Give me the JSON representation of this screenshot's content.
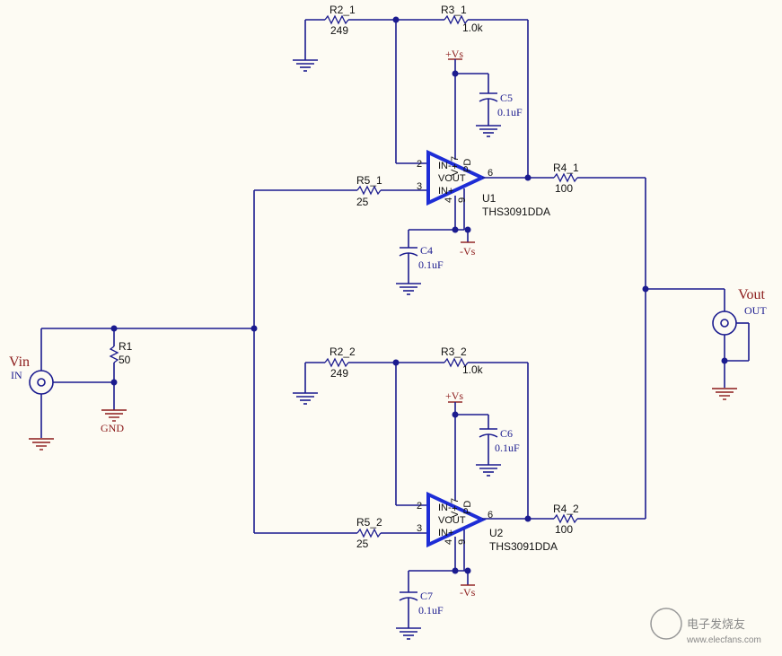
{
  "colors": {
    "wire": "#1b1b8f",
    "ground": "#8b1a1a",
    "amp": "#1e2dd6",
    "background": "#fdfbf3"
  },
  "input": {
    "name": "Vin",
    "port": "IN",
    "gnd_label": "GND"
  },
  "output": {
    "name": "Vout",
    "port": "OUT"
  },
  "r1": {
    "name": "R1",
    "value": "50"
  },
  "stage1": {
    "r2": {
      "name": "R2_1",
      "value": "249"
    },
    "r3": {
      "name": "R3_1",
      "value": "1.0k"
    },
    "r4": {
      "name": "R4_1",
      "value": "100"
    },
    "r5": {
      "name": "R5_1",
      "value": "25"
    },
    "c_top": {
      "name": "C5",
      "value": "0.1uF"
    },
    "c_bot": {
      "name": "C4",
      "value": "0.1uF"
    },
    "vs_pos": "+Vs",
    "vs_neg": "-Vs",
    "amp": {
      "ref": "U1",
      "part": "THS3091DDA"
    }
  },
  "stage2": {
    "r2": {
      "name": "R2_2",
      "value": "249"
    },
    "r3": {
      "name": "R3_2",
      "value": "1.0k"
    },
    "r4": {
      "name": "R4_2",
      "value": "100"
    },
    "r5": {
      "name": "R5_2",
      "value": "25"
    },
    "c_top": {
      "name": "C6",
      "value": "0.1uF"
    },
    "c_bot": {
      "name": "C7",
      "value": "0.1uF"
    },
    "vs_pos": "+Vs",
    "vs_neg": "-Vs",
    "amp": {
      "ref": "U2",
      "part": "THS3091DDA"
    }
  },
  "amp_pins": {
    "in_neg": "2",
    "in_pos": "3",
    "out": "6",
    "v_neg": "4",
    "pd": "9",
    "v_pos": "7"
  },
  "amp_internal": {
    "line1": "IN-",
    "line2": "VOUT",
    "line3": "IN+",
    "side1": "V+",
    "side2": "PD"
  },
  "watermark": {
    "cn": "电子发烧友",
    "url": "www.elecfans.com"
  }
}
